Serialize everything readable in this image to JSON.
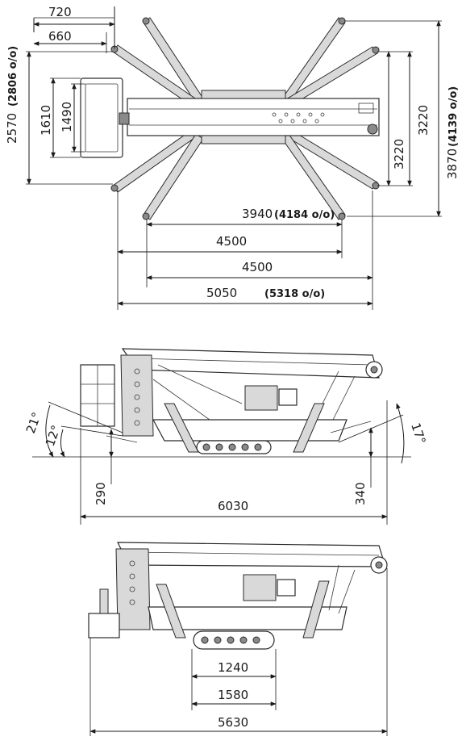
{
  "top_view": {
    "d_720": "720",
    "d_660": "660",
    "d_2570": "2570",
    "d_2570_alt": "(2806 o/o)",
    "d_1610": "1610",
    "d_1490": "1490",
    "d_3220_a": "3220",
    "d_3220_b": "3220",
    "d_3870": "3870",
    "d_3870_alt": "(4139 o/o)",
    "d_3940": "3940",
    "d_3940_alt": "(4184 o/o)",
    "d_4500_a": "4500",
    "d_4500_b": "4500",
    "d_5050": "5050",
    "d_5050_alt": "(5318 o/o)"
  },
  "side_view": {
    "angle_21": "21°",
    "angle_12": "12°",
    "angle_17": "17°",
    "d_290": "290",
    "d_340": "340",
    "d_6030": "6030"
  },
  "transport_view": {
    "d_1240": "1240",
    "d_1580": "1580",
    "d_5630": "5630"
  }
}
